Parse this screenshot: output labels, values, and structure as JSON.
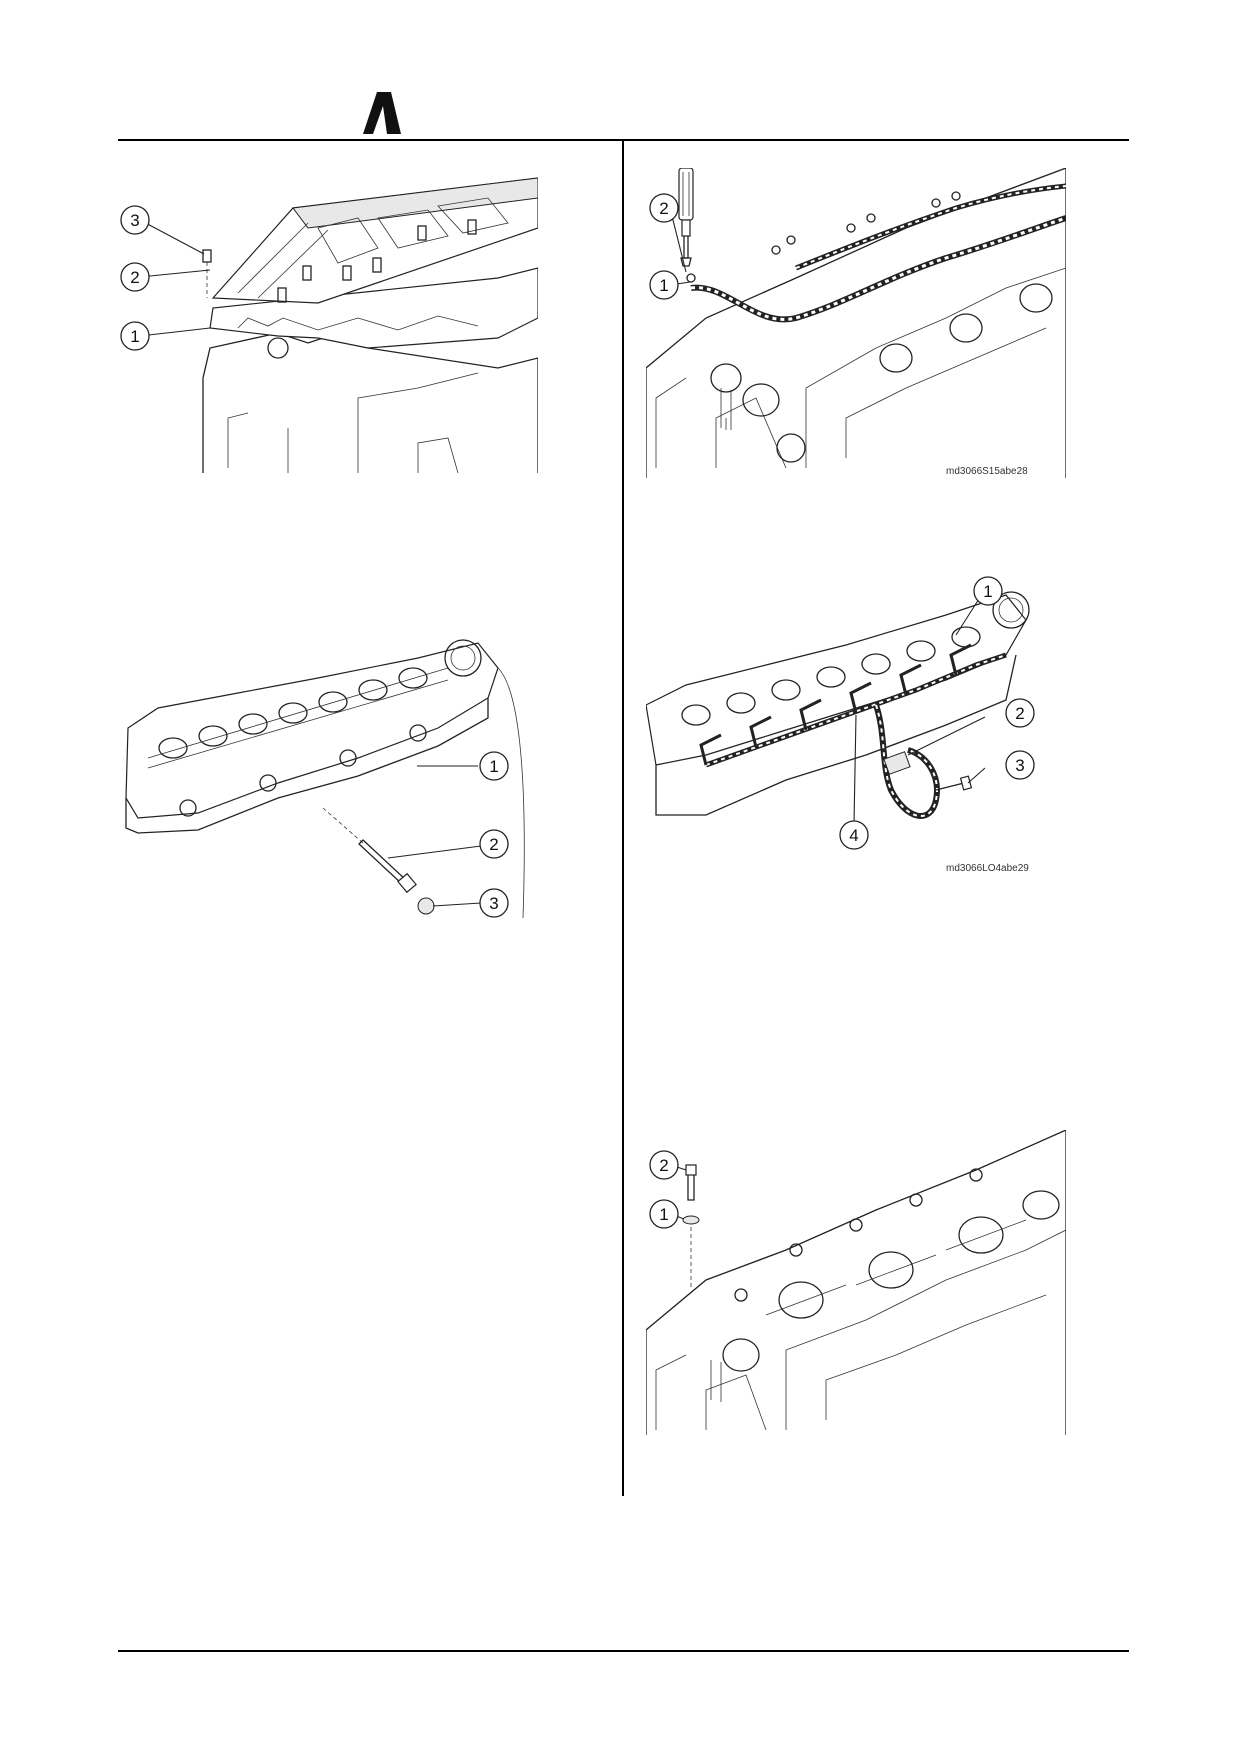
{
  "page": {
    "logo_icon": "manufacturer-logo-icon"
  },
  "figures": [
    {
      "id": "fig-a",
      "subject": "cylinder head cover removal",
      "callouts": [
        "1",
        "2",
        "3"
      ]
    },
    {
      "id": "fig-b",
      "subject": "injector harness terminal with screwdriver",
      "callouts": [
        "1",
        "2"
      ],
      "code": "md3066S15abe28"
    },
    {
      "id": "fig-c",
      "subject": "cylinder head bolt and nut",
      "callouts": [
        "1",
        "2",
        "3"
      ]
    },
    {
      "id": "fig-d",
      "subject": "injector wiring harness",
      "callouts": [
        "1",
        "2",
        "3",
        "4"
      ],
      "code": "md3066LO4abe29"
    },
    {
      "id": "fig-e",
      "subject": "bolt and washer on rocker assembly",
      "callouts": [
        "1",
        "2"
      ]
    }
  ]
}
